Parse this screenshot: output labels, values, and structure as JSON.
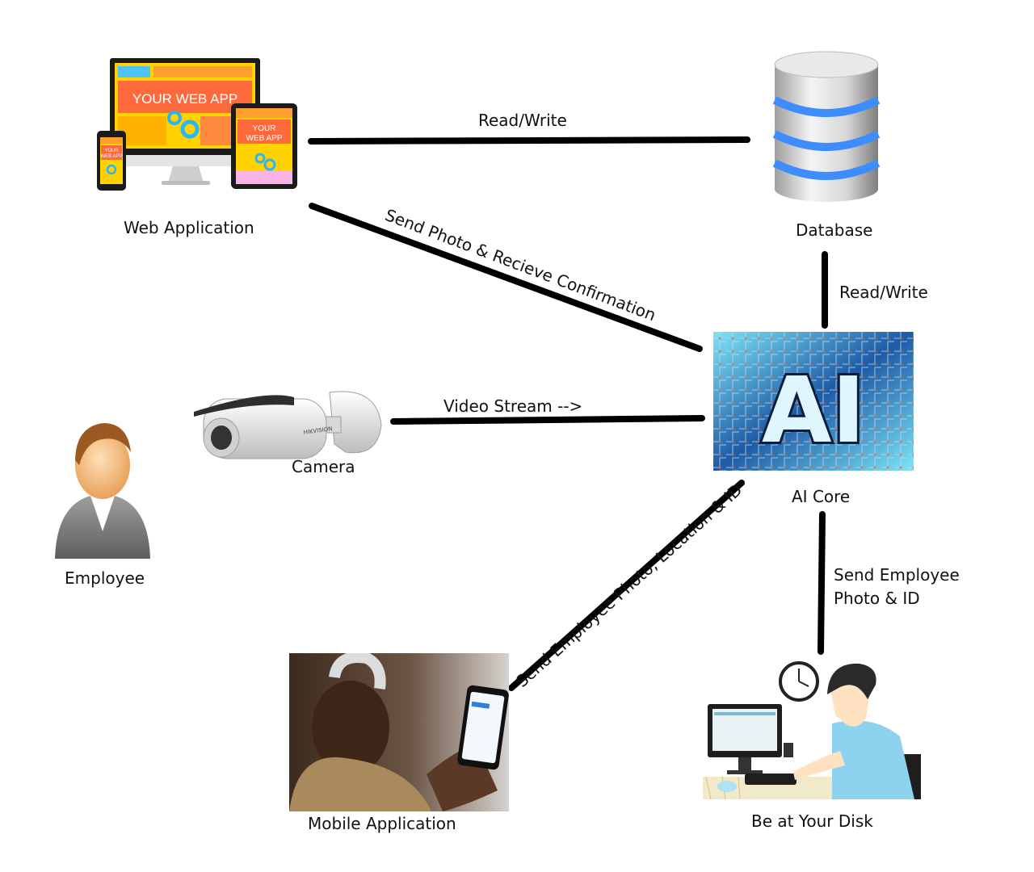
{
  "nodes": {
    "web_app": {
      "label": "Web Application",
      "screen_text": "YOUR WEB APP",
      "tablet_text_1": "YOUR",
      "tablet_text_2": "WEB APP",
      "phone_text_1": "YOUR",
      "phone_text_2": "WEB APP"
    },
    "database": {
      "label": "Database"
    },
    "ai_core": {
      "label": "AI Core",
      "logo_text": "AI"
    },
    "camera": {
      "label": "Camera",
      "brand_text": "HIKVISION"
    },
    "employee": {
      "label": "Employee"
    },
    "mobile_app": {
      "label": "Mobile Application"
    },
    "desk": {
      "label": "Be at Your Disk"
    }
  },
  "edges": {
    "web_db": {
      "label": "Read/Write"
    },
    "web_ai": {
      "label": "Send Photo & Recieve Confirmation"
    },
    "db_ai": {
      "label": "Read/Write"
    },
    "camera_ai": {
      "label": "Video Stream -->"
    },
    "mobile_ai": {
      "label": "Send Employee Photo, Location & ID"
    },
    "ai_desk": {
      "line1": "Send Employee",
      "line2": "Photo & ID"
    }
  },
  "colors": {
    "edge": "#000000",
    "db_ring": "#3d8dff",
    "web_orange": "#ff6a3d",
    "web_yellow": "#ffd200"
  }
}
